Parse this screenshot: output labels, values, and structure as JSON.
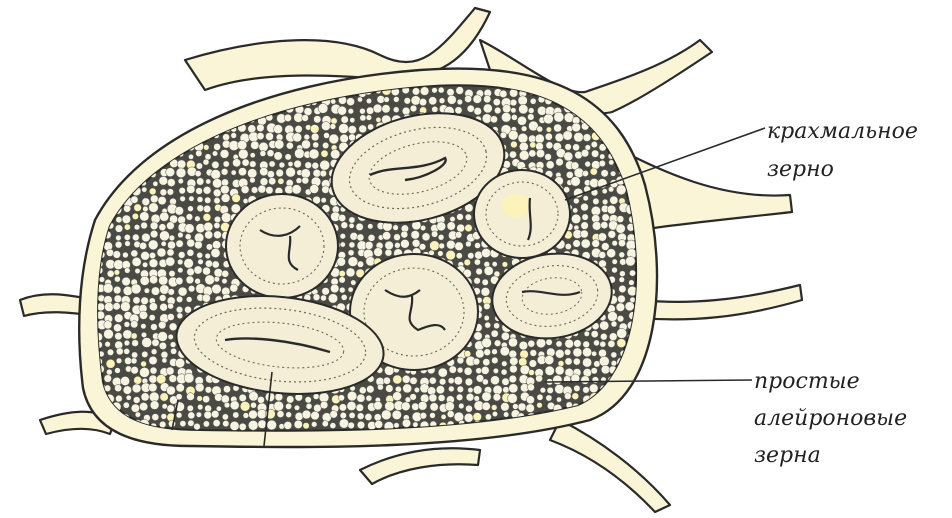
{
  "labels": {
    "starch_grain": [
      "крахмальное",
      "зерно"
    ],
    "aleurone_grains": [
      "простые",
      "алейроновые",
      "зерна"
    ]
  },
  "colors": {
    "background": "#ffffff",
    "outline": "#2a2a2a",
    "cell_wall_fill": "#fbf5d7",
    "cytoplasm": "#4a4a44",
    "grain_fill": "#f3eed5",
    "granule_fill": "#f7f4e2",
    "highlight_fill": "#fbf3b9"
  }
}
